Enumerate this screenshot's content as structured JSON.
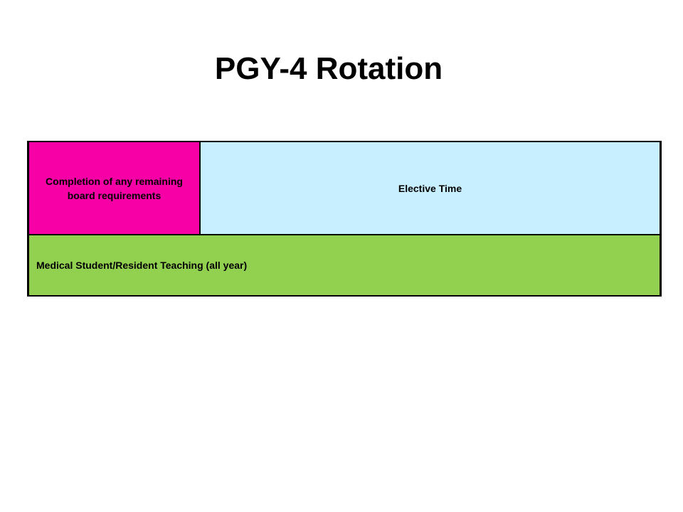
{
  "slide": {
    "title": "PGY-4 Rotation"
  },
  "rotation_table": {
    "top_row": {
      "board_requirements": "Completion of any remaining board requirements",
      "elective": "Elective Time"
    },
    "bottom_row": {
      "teaching": "Medical Student/Resident Teaching (all year)"
    }
  },
  "colors": {
    "board_cell": "#f700a6",
    "elective_cell": "#c8efff",
    "teaching_row": "#92d050"
  }
}
